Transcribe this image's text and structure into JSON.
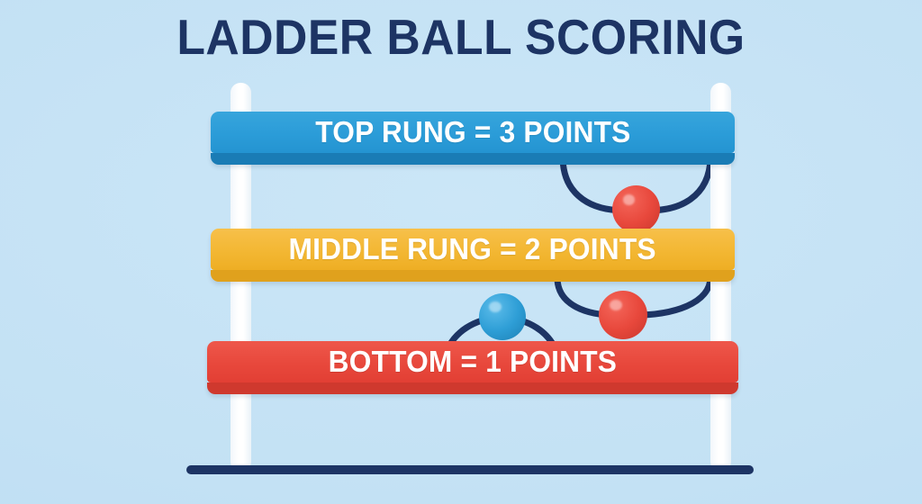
{
  "page": {
    "title": "LADDER BALL SCORING",
    "background_color": "#c6e3f5"
  },
  "colors": {
    "title_navy": "#1d3464",
    "rung_top_face": "#2b9cd8",
    "rung_top_edge": "#1a7cb5",
    "rung_middle_face": "#f3b733",
    "rung_middle_edge": "#e0a11d",
    "rung_bottom_face": "#e8483c",
    "rung_bottom_edge": "#cf392e",
    "post_white": "#ffffff",
    "cord_navy": "#1d3464",
    "ball_red": "#e8483c",
    "ball_blue": "#2e9ed6",
    "base_line": "#1d3464"
  },
  "ladder": {
    "post_left_name": "left-upright-post",
    "post_right_name": "right-upright-post",
    "base_name": "ground-base-line",
    "rungs": [
      {
        "id": "top",
        "label": "TOP RUNG = 3 POINTS",
        "points": 3,
        "position": "top",
        "face_color": "#2b9cd8",
        "edge_color": "#1a7cb5"
      },
      {
        "id": "middle",
        "label": "MIDDLE RUNG = 2 POINTS",
        "points": 2,
        "position": "middle",
        "face_color": "#f3b733",
        "edge_color": "#e0a11d"
      },
      {
        "id": "bottom",
        "label": "BOTTOM = 1 POINTS",
        "points": 1,
        "position": "bottom",
        "face_color": "#e8483c",
        "edge_color": "#cf392e"
      }
    ]
  },
  "bolas": [
    {
      "id": "top-bola",
      "hangs_from": "top",
      "balls": [
        {
          "id": "ball-top-red",
          "color_name": "red",
          "color": "#e8483c"
        }
      ]
    },
    {
      "id": "middle-bola",
      "hangs_from": "middle",
      "balls": [
        {
          "id": "ball-mid-red",
          "color_name": "red",
          "color": "#e8483c"
        },
        {
          "id": "ball-mid-blue",
          "color_name": "blue",
          "color": "#2e9ed6"
        }
      ]
    }
  ]
}
